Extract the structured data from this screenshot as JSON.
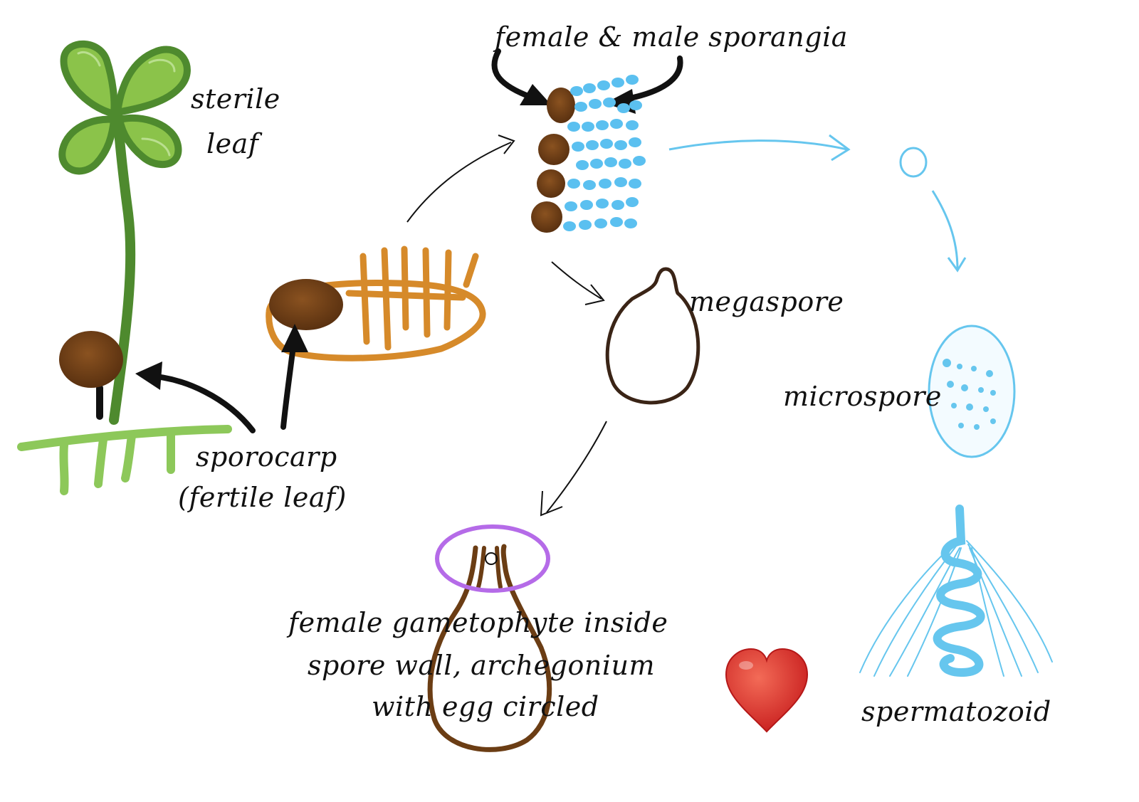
{
  "labels": {
    "sterile_leaf_1": "sterile",
    "sterile_leaf_2": "leaf",
    "sporocarp_1": "sporocarp",
    "sporocarp_2": "(fertile leaf)",
    "sporangia": "female & male sporangia",
    "megaspore": "megaspore",
    "microspore": "microspore",
    "gametophyte_1": "female gametophyte inside",
    "gametophyte_2": "spore wall, archegonium",
    "gametophyte_3": "with egg circled",
    "spermatozoid": "spermatozoid"
  },
  "icons": {
    "heart": "heart-emoji"
  },
  "colors": {
    "leaf_green": "#8bc34a",
    "leaf_outline": "#4e8a2e",
    "stem_green": "#5b9b3a",
    "rhizome_green": "#8dc85a",
    "sporocarp_brown": "#6b3d14",
    "sorus_orange": "#d68a2a",
    "microsporangia_blue": "#5bc0f0",
    "male_lineage_blue": "#66c6ee",
    "megaspore_brown": "#3a2416",
    "archegonium_purple": "#b56be8",
    "heart_red": "#e0322c",
    "ink": "#111111"
  }
}
